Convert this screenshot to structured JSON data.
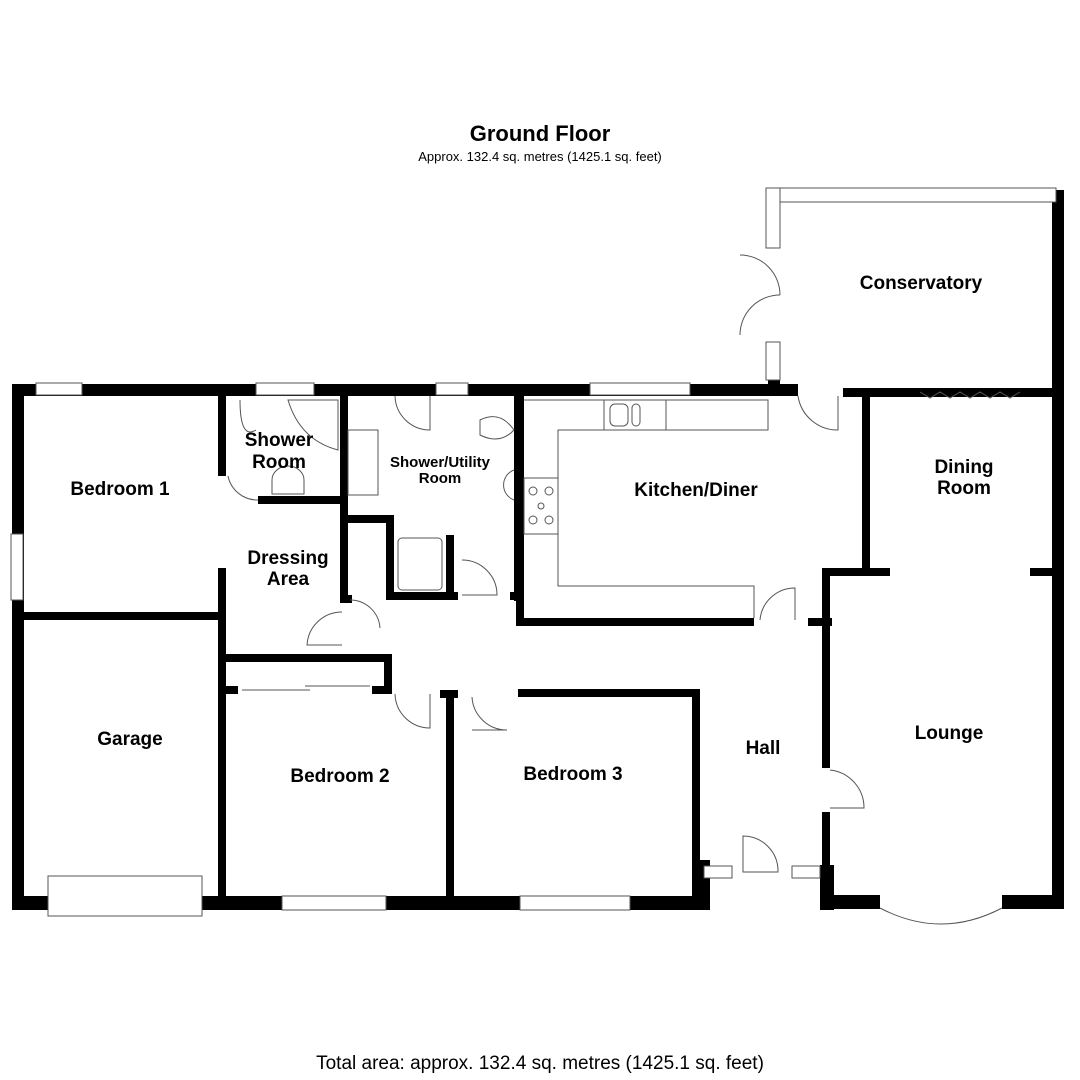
{
  "header": {
    "title": "Ground Floor",
    "subtitle": "Approx. 132.4 sq. metres (1425.1 sq. feet)"
  },
  "rooms": {
    "conservatory": "Conservatory",
    "bedroom1": "Bedroom 1",
    "shower_room_line1": "Shower",
    "shower_room_line2": "Room",
    "shower_utility_line1": "Shower/Utility",
    "shower_utility_line2": "Room",
    "kitchen_diner": "Kitchen/Diner",
    "dining_room_line1": "Dining",
    "dining_room_line2": "Room",
    "dressing_area_line1": "Dressing",
    "dressing_area_line2": "Area",
    "garage": "Garage",
    "bedroom2": "Bedroom 2",
    "bedroom3": "Bedroom 3",
    "hall": "Hall",
    "lounge": "Lounge"
  },
  "footer": {
    "total_area": "Total area: approx. 132.4 sq. metres (1425.1 sq. feet)"
  },
  "colors": {
    "wall": "#000000",
    "fixture_line": "#555555",
    "background": "#ffffff"
  }
}
